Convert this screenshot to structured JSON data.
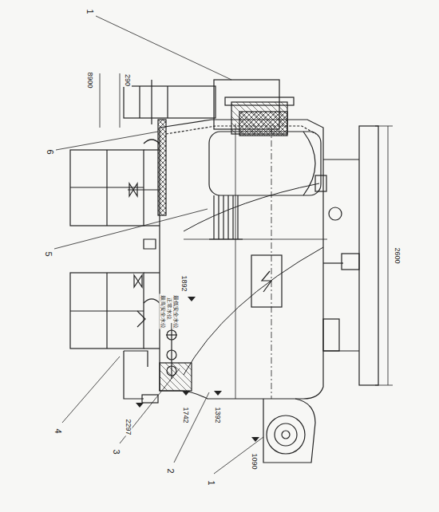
{
  "diagram": {
    "labels": [
      "1",
      "8900",
      "290",
      "6",
      "5",
      "1892",
      "最高安全水位",
      "正常水位",
      "最低安全水位",
      "2600",
      "4",
      "2297",
      "3",
      "1742",
      "2",
      "1392",
      "1",
      "1090"
    ]
  }
}
